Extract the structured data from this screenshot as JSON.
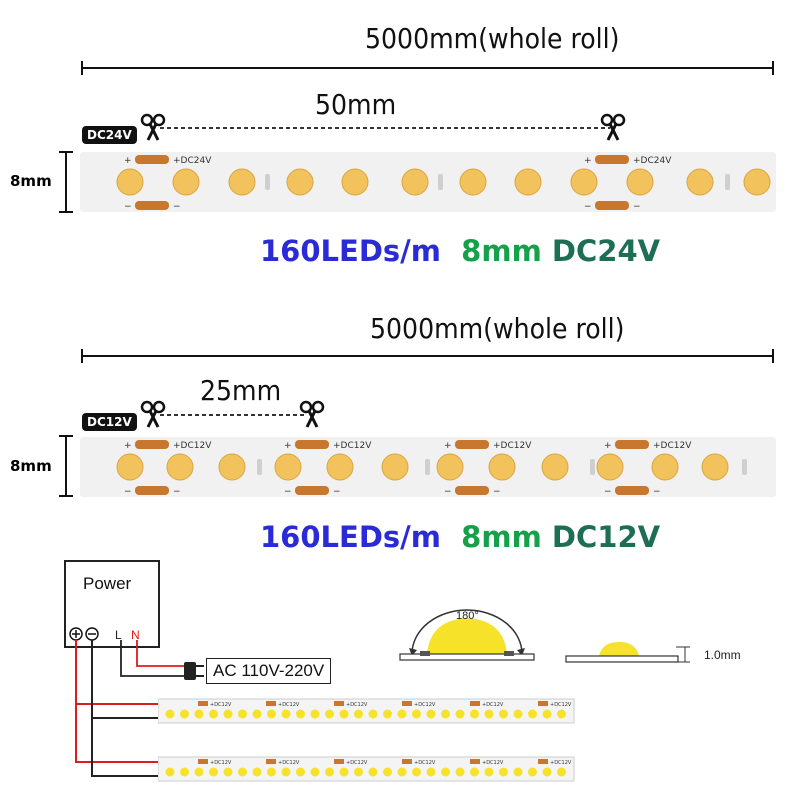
{
  "strip_24v": {
    "roll_length": "5000mm(whole roll)",
    "cut_interval": "50mm",
    "voltage_badge": "DC24V",
    "width": "8mm",
    "pad_plus": "+",
    "pad_voltage": "+DC24V",
    "pad_minus": "−",
    "spec": {
      "leds": "160LEDs/m",
      "width": "8mm",
      "voltage": "DC24V"
    }
  },
  "strip_12v": {
    "roll_length": "5000mm(whole roll)",
    "cut_interval": "25mm",
    "voltage_badge": "DC12V",
    "width": "8mm",
    "pad_plus": "+",
    "pad_voltage": "+DC12V",
    "pad_minus": "−",
    "spec": {
      "leds": "160LEDs/m",
      "width": "8mm",
      "voltage": "DC12V"
    }
  },
  "wiring": {
    "power_label": "Power",
    "terminal_plus": "+",
    "terminal_minus": "−",
    "terminal_l": "L",
    "terminal_n": "N",
    "ac_label": "AC 110V-220V"
  },
  "beam_angle": "180°",
  "thickness": "1.0mm",
  "colors": {
    "led": "#f2c25c",
    "pad": "#c8782e",
    "strip": "#f1f1f1",
    "wire_red": "#e01b1b",
    "wire_black": "#222222"
  }
}
